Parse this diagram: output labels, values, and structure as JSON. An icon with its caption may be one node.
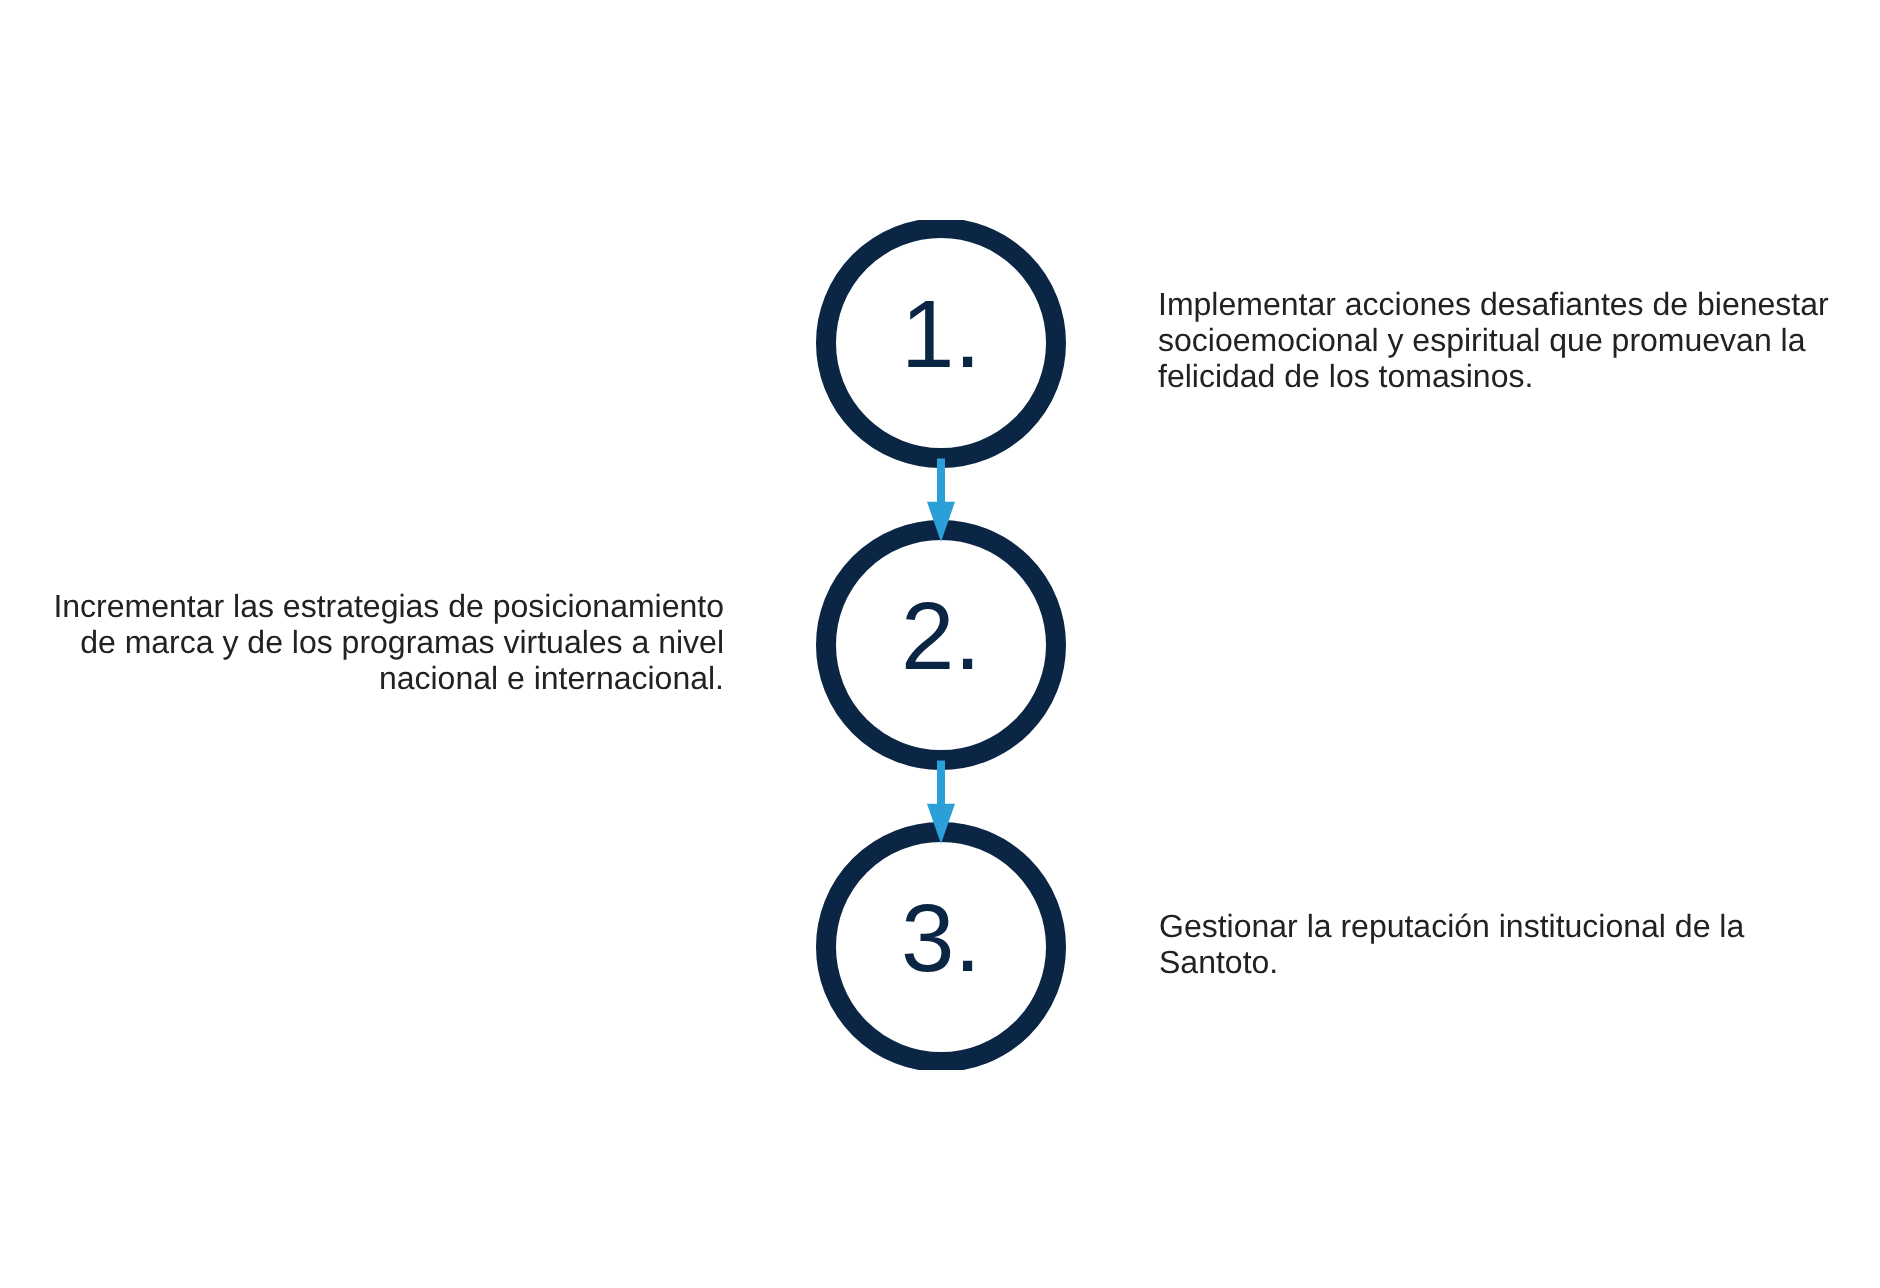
{
  "diagram": {
    "nodes": [
      {
        "text": [
          "1."
        ],
        "beside": [
          "Implementar acciones desafiantes de bienestar socioemocional y espiritual que promuevan la felicidad de los tomasinos."
        ]
      },
      {
        "text": [
          "2."
        ],
        "beside": [
          "Incrementar las estrategias de posicionamiento de marca y de los programas virtuales a nivel nacional e internacional."
        ]
      },
      {
        "text": [
          "3."
        ],
        "beside": [
          "Gestionar la reputación institucional de la Santoto."
        ]
      }
    ],
    "edges": [
      {
        "from": 0,
        "to": 1,
        "arrow": "to"
      },
      {
        "from": 1,
        "to": 2,
        "arrow": "to"
      }
    ]
  }
}
